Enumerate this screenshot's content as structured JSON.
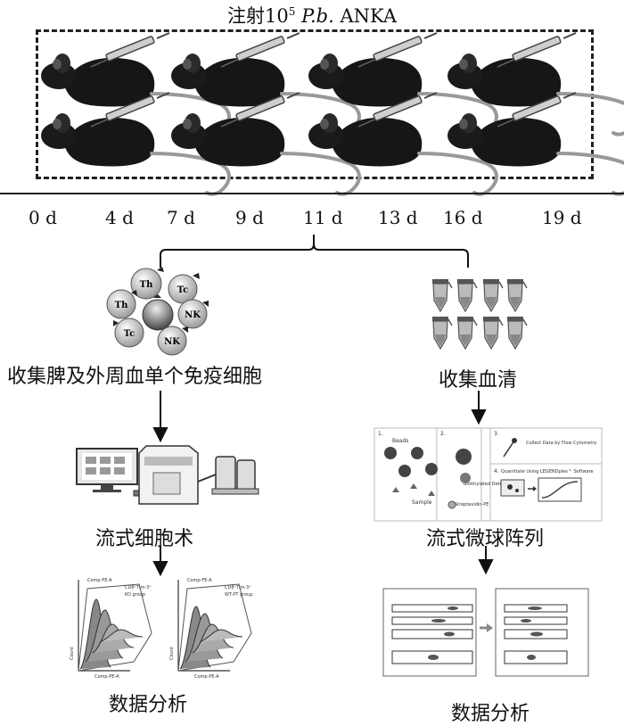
{
  "header": {
    "title_prefix": "注射10",
    "title_sup": "5",
    "title_species": "P.b.",
    "title_strain": "ANKA"
  },
  "timeline": {
    "days": [
      "0 d",
      "4 d",
      "7 d",
      "9 d",
      "11 d",
      "13 d",
      "16 d",
      "19 d"
    ]
  },
  "left_branch": {
    "cells": [
      "Th",
      "Tc",
      "Th",
      "NK",
      "Tc",
      "NK"
    ],
    "collect_label": "收集脾及外周血单个免疫细胞",
    "method_label": "流式细胞术",
    "analysis_label": "数据分析",
    "histogram_1": {
      "legend": [
        "CD8⁺Tim-3⁺",
        "KO group"
      ],
      "y_axis": "Count",
      "x_axis": "Comp-PE-A",
      "top_axis": "Comp-FE-A"
    },
    "histogram_2": {
      "legend": [
        "CD8⁺Tim-3⁺",
        "WT-PT group"
      ],
      "y_axis": "Count",
      "x_axis": "Comp-PE-A",
      "top_axis": "Comp-FE-A"
    }
  },
  "right_branch": {
    "collect_label": "收集血清",
    "method_label": "流式微球阵列",
    "analysis_label": "数据分析",
    "cba_panels": {
      "p1": {
        "num": "1.",
        "text": "Beads"
      },
      "p2": {
        "num": "2.",
        "text": "Biotinylated Detection Ab"
      },
      "p3": {
        "num": "3.",
        "text": "Collect Data by Flow Cytometry"
      },
      "p4": {
        "num": "4.",
        "text": "Quantitate Using LEGENDplex™ Software"
      },
      "sample": "Sample",
      "sape": "Streptavidin-PE"
    }
  }
}
